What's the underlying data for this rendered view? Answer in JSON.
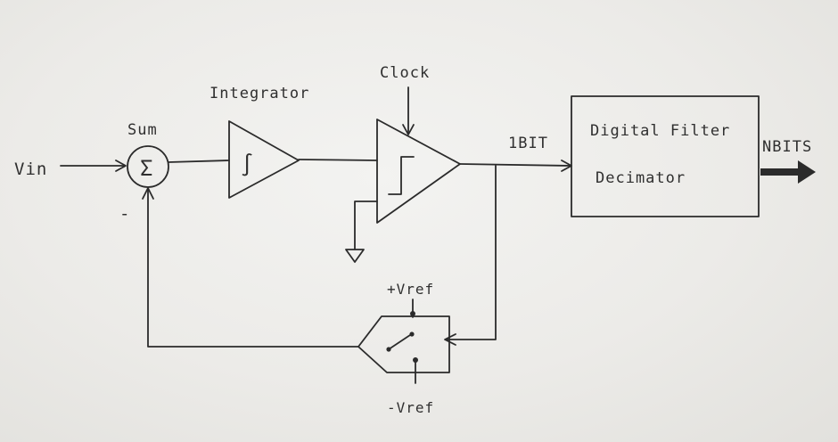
{
  "labels": {
    "vin": "Vin",
    "sum": "Sum",
    "sigma": "Σ",
    "minus": "-",
    "integrator": "Integrator",
    "integral_symbol": "∫",
    "clock": "Clock",
    "one_bit": "1BIT",
    "filter_line1": "Digital Filter",
    "filter_line2": "Decimator",
    "nbits": "NBITS",
    "plus_vref": "+Vref",
    "minus_vref": "-Vref"
  },
  "colors": {
    "ink": "#2b2b2b",
    "paper": "#eceae7"
  }
}
